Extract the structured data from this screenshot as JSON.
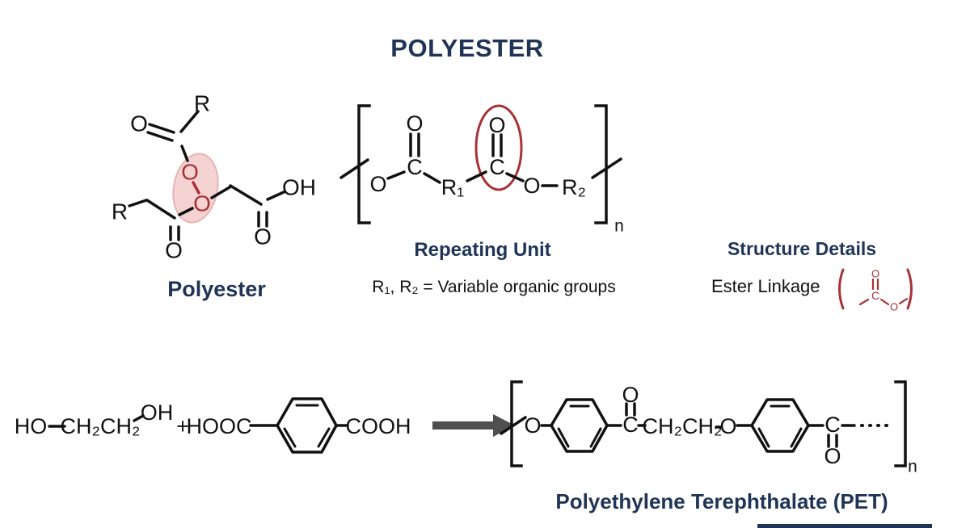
{
  "title": "POLYESTER",
  "colors": {
    "navy": "#1f3456",
    "structure_black": "#111111",
    "highlight_red": "#a93236",
    "highlight_pink_fill": "#f4c9c9",
    "highlight_pink_stroke": "#e3a1a1",
    "arrow_gray": "#4f4f4f"
  },
  "polyester_section": {
    "label": "Polyester",
    "atoms": {
      "r_top": "R",
      "o_carbonyl_top": "O",
      "o_ester_upper": "O",
      "o_ester_lower": "O",
      "r_left": "R",
      "o_carbonyl_left": "O",
      "o_carbonyl_right": "O",
      "oh": "OH"
    }
  },
  "repeating_unit_section": {
    "label": "Repeating Unit",
    "note": "R₁, R₂ = Variable organic groups",
    "atoms": {
      "o_left": "O",
      "c_left": "C",
      "o_top_left": "O",
      "r1": "R₁",
      "c_right": "C",
      "o_top_right": "O",
      "o_right": "O",
      "r2": "R₂",
      "n": "n"
    }
  },
  "structure_details_section": {
    "title": "Structure Details",
    "item_label": "Ester Linkage",
    "atoms": {
      "o_top": "O",
      "c": "C",
      "o_right": "O"
    }
  },
  "reaction_section": {
    "reactant1": {
      "ho": "HO",
      "ch2ch2": "CH₂CH₂",
      "oh": "OH"
    },
    "plus": "+",
    "reactant2": {
      "hooc": "HOOC",
      "cooh": "COOH"
    },
    "product": {
      "o_left": "O",
      "c_left": "C",
      "o_top": "O",
      "ch2ch2": "CH₂CH₂",
      "o_mid": "O",
      "c_right": "C",
      "o_bottom": "O",
      "n": "n"
    },
    "label": "Polyethylene Terephthalate (PET)"
  }
}
